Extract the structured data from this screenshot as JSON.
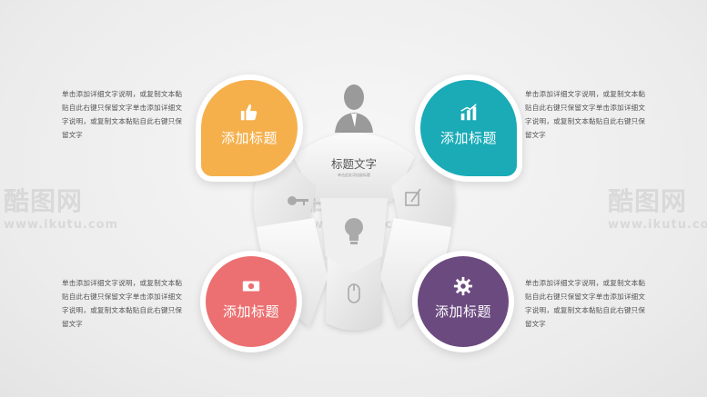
{
  "center": {
    "title": "标题文字",
    "subtitle": "单击此处添加副标题"
  },
  "items": [
    {
      "label": "添加标题",
      "color": "#f5b04c",
      "icon": "thumbs-up-icon",
      "desc": "单击添加详细文字说明，或复制文本黏贴自此右键只保留文字单击添加详细文字说明，或复制文本黏贴自此右键只保留文字"
    },
    {
      "label": "添加标题",
      "color": "#1aabb7",
      "icon": "bar-chart-icon",
      "desc": "单击添加详细文字说明，或复制文本黏贴自此右键只保留文字单击添加详细文字说明，或复制文本黏贴自此右键只保留文字"
    },
    {
      "label": "添加标题",
      "color": "#ec7071",
      "icon": "money-icon",
      "desc": "单击添加详细文字说明，或复制文本黏贴自此右键只保留文字单击添加详细文字说明，或复制文本黏贴自此右键只保留文字"
    },
    {
      "label": "添加标题",
      "color": "#6b4a80",
      "icon": "gear-icon",
      "desc": "单击添加详细文字说明，或复制文本黏贴自此右键只保留文字单击添加详细文字说明，或复制文本黏贴自此右键只保留文字"
    }
  ],
  "watermark": {
    "brand": "酷图网",
    "url": "www.ikutu.com"
  },
  "center_icons": [
    "person-icon",
    "key-icon",
    "edit-icon",
    "lightbulb-icon",
    "mouse-icon"
  ]
}
